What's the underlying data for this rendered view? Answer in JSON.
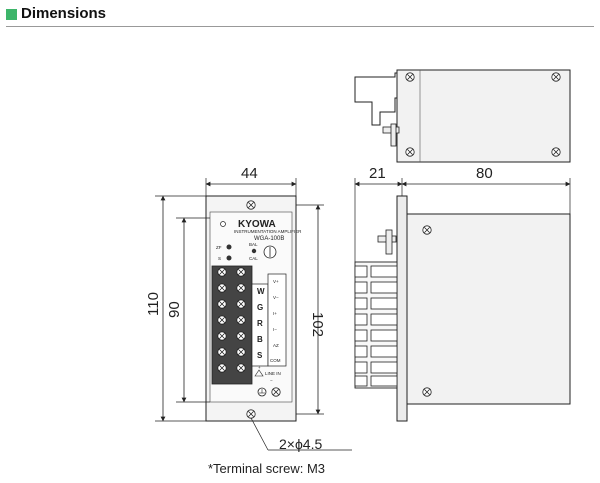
{
  "header": {
    "title": "Dimensions",
    "accent_color": "#3db56a"
  },
  "front_view": {
    "brand": "KYOWA",
    "brand_subtitle": "INSTRUMENTATION AMPLIFIER",
    "model": "WGA-100B",
    "zero_label": "ZF",
    "span_label": "S",
    "bal_label": "BAL",
    "cal_label": "CAL",
    "terminal_letters": [
      "W",
      "G",
      "R",
      "B",
      "S"
    ],
    "terminal_signals": [
      "V+",
      "V−",
      "I+",
      "I−",
      "AZ",
      "COM"
    ],
    "line_in_label": "LINE IN",
    "line_plus": "+",
    "line_minus": "−"
  },
  "dimensions": {
    "width": "44",
    "height_total": "110",
    "height_inner": "90",
    "height_right": "102",
    "depth_front": "21",
    "depth_body": "80"
  },
  "notes": {
    "mounting_holes": "2×ϕ4.5",
    "terminal_screw": "*Terminal screw: M3"
  }
}
